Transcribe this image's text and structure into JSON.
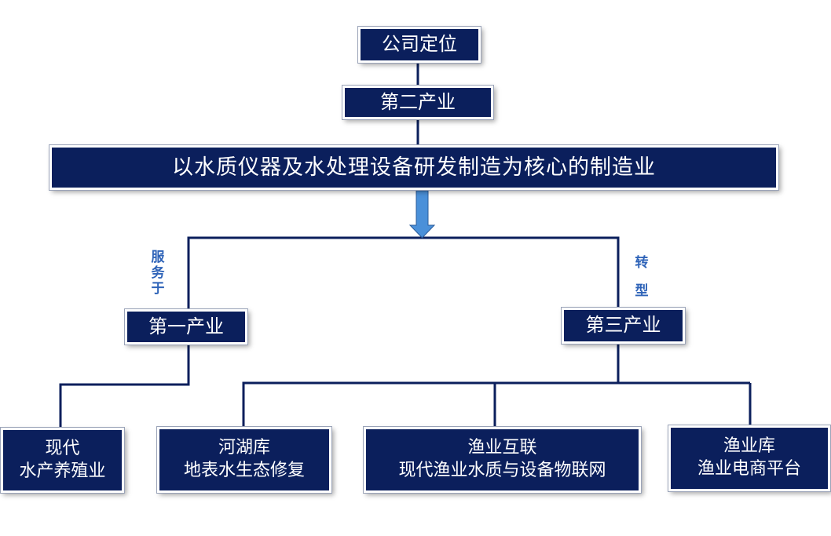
{
  "nodes": {
    "positioning": "公司定位",
    "secondary_industry": "第二产业",
    "core_business": "以水质仪器及水处理设备研发制造为核心的制造业",
    "primary_industry": "第一产业",
    "tertiary_industry": "第三产业",
    "aquaculture": [
      "现代",
      "水产养殖业"
    ],
    "lake_restoration": [
      "河湖库",
      "地表水生态修复"
    ],
    "fishery_iot": [
      "渔业互联",
      "现代渔业水质与设备物联网"
    ],
    "fishery_ecommerce": [
      "渔业库",
      "渔业电商平台"
    ]
  },
  "branch_labels": {
    "serves": [
      "服",
      "务",
      "于"
    ],
    "transform": [
      "转",
      "型"
    ]
  },
  "colors": {
    "box_fill": "#0b1f5c",
    "connector": "#0b1f5c",
    "label": "#2e63b8",
    "arrow": "#4a90d9"
  }
}
